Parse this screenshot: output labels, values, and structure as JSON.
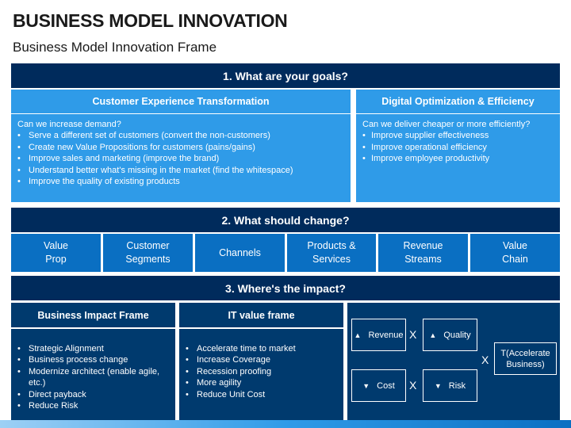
{
  "title": "BUSINESS MODEL INNOVATION",
  "subtitle": "Business Model Innovation Frame",
  "section1": {
    "heading": "1. What are your goals?",
    "left": {
      "header": "Customer Experience Transformation",
      "intro": "Can we increase demand?",
      "items": [
        "Serve a different set of customers (convert the non-customers)",
        "Create new Value Propositions for customers (pains/gains)",
        "Improve sales and marketing (improve the brand)",
        "Understand better what's missing in the market (find the whitespace)",
        "Improve the quality of existing products"
      ]
    },
    "right": {
      "header": "Digital Optimization & Efficiency",
      "intro": "Can we deliver cheaper or more efficiently?",
      "items": [
        "Improve supplier effectiveness",
        "Improve operational efficiency",
        "Improve employee productivity"
      ]
    }
  },
  "section2": {
    "heading": "2. What should change?",
    "boxes": [
      {
        "line1": "Value",
        "line2": "Prop"
      },
      {
        "line1": "Customer",
        "line2": "Segments"
      },
      {
        "line1": "Channels",
        "line2": ""
      },
      {
        "line1": "Products &",
        "line2": "Services"
      },
      {
        "line1": "Revenue",
        "line2": "Streams"
      },
      {
        "line1": "Value",
        "line2": "Chain"
      }
    ]
  },
  "section3": {
    "heading": "3. Where's  the impact?",
    "business": {
      "header": "Business Impact Frame",
      "items": [
        "Strategic Alignment",
        "Business process change",
        "Modernize architect (enable agile, etc.)",
        "Direct payback",
        "Reduce Risk"
      ]
    },
    "it": {
      "header": "IT value frame",
      "items": [
        "Accelerate time to market",
        "Increase Coverage",
        "Recession proofing",
        "More agility",
        "Reduce Unit Cost"
      ]
    },
    "formula": {
      "revenue": "Revenue",
      "quality": "Quality",
      "cost": "Cost",
      "risk": "Risk",
      "result": "T(Accelerate Business)",
      "times": "X",
      "up": "▲",
      "down": "▼"
    }
  }
}
